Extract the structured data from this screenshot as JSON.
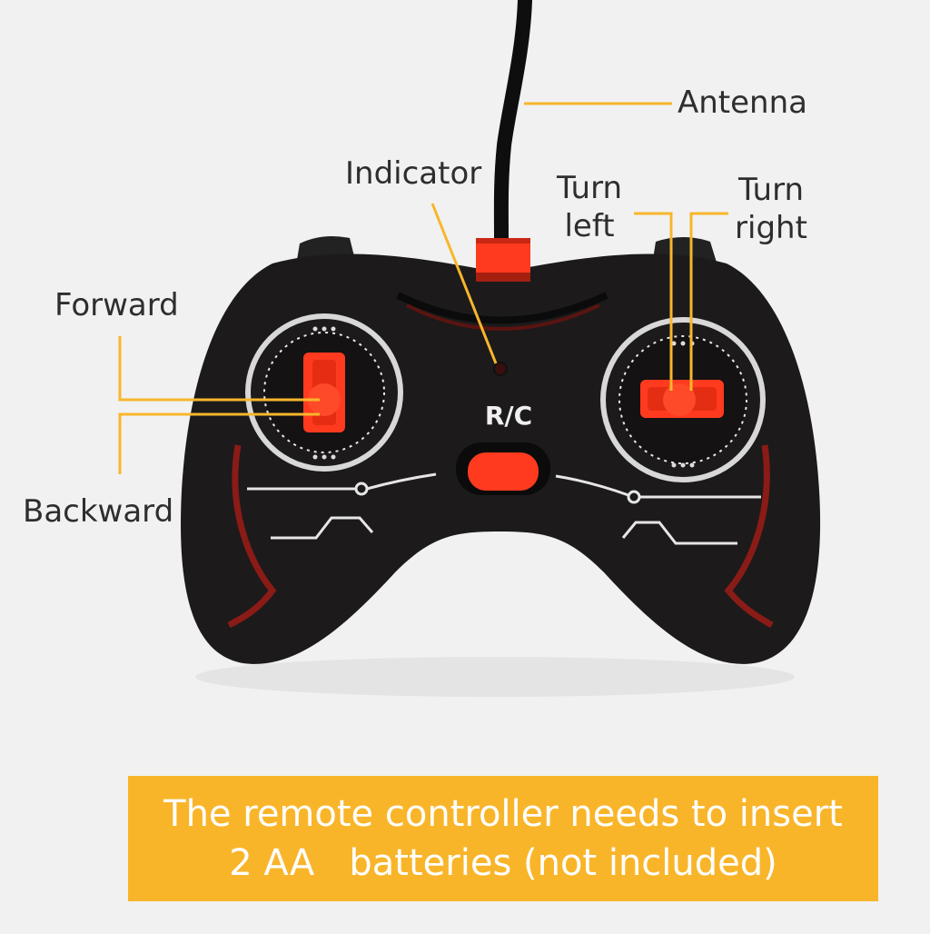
{
  "labels": {
    "antenna": "Antenna",
    "indicator": "Indicator",
    "turn_left_1": "Turn",
    "turn_left_2": "left",
    "turn_right_1": "Turn",
    "turn_right_2": "right",
    "forward": "Forward",
    "backward": "Backward"
  },
  "controller": {
    "brand_text": "R/C"
  },
  "banner": {
    "line1": "The remote controller needs to insert",
    "line2": "2 AA   batteries (not included)"
  },
  "colors": {
    "background": "#f1f1f1",
    "controller_body": "#1c1a1b",
    "accent_red": "#ff3a1e",
    "dark_red": "#8a1b16",
    "ring_white": "#d8d8d8",
    "callout_line": "#f7b62c",
    "banner_bg": "#f9b52a",
    "banner_text": "#ffffff"
  }
}
